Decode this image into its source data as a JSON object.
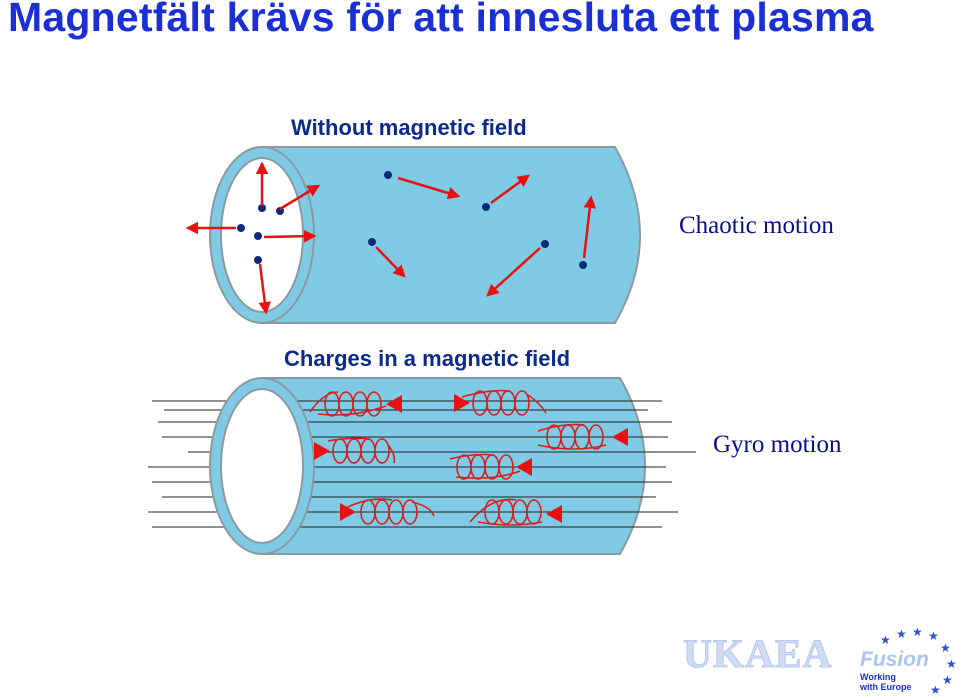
{
  "slide": {
    "title": "Magnetfält krävs för att innesluta ett plasma"
  },
  "top_panel": {
    "heading": "Without magnetic field",
    "caption": "Chaotic motion"
  },
  "bottom_panel": {
    "heading": "Charges in a magnetic field",
    "caption": "Gyro motion"
  },
  "logos": {
    "ukaea": "UKAEA",
    "fusion": "Fusion",
    "working_line1": "Working",
    "working_line2": "with Europe"
  },
  "colors": {
    "title": "#1a2fd6",
    "tube_fill": "#7fcbe6",
    "tube_outline": "#8a9aa0",
    "particle": "#0d2a7a",
    "arrow": "#e81010",
    "caption": "#0a0f8c"
  },
  "icons": [
    "star-icon"
  ]
}
